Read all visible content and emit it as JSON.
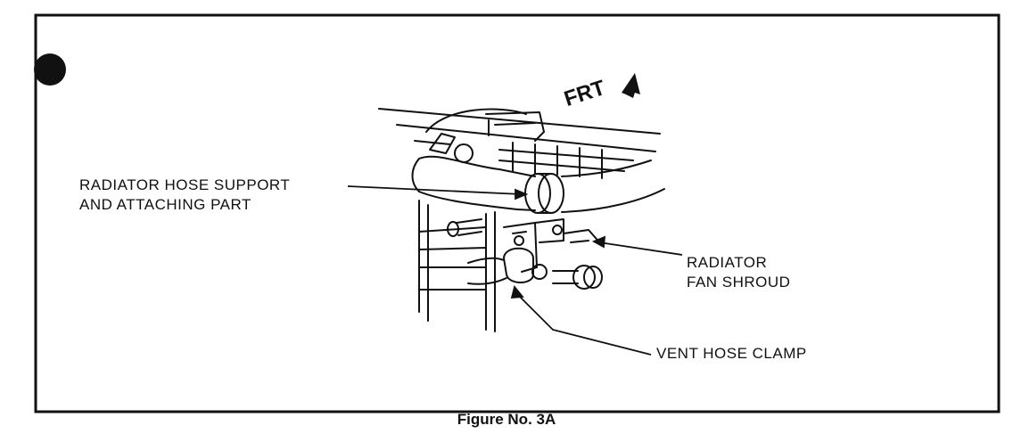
{
  "figure": {
    "caption": "Figure No. 3A",
    "direction_label": "FRT",
    "callouts": {
      "hose_support_line1": "RADIATOR HOSE SUPPORT",
      "hose_support_line2": "AND ATTACHING PART",
      "fan_shroud_line1": "RADIATOR",
      "fan_shroud_line2": "FAN SHROUD",
      "vent_clamp": "VENT HOSE CLAMP"
    }
  },
  "colors": {
    "ink": "#111111",
    "paper": "#ffffff"
  }
}
